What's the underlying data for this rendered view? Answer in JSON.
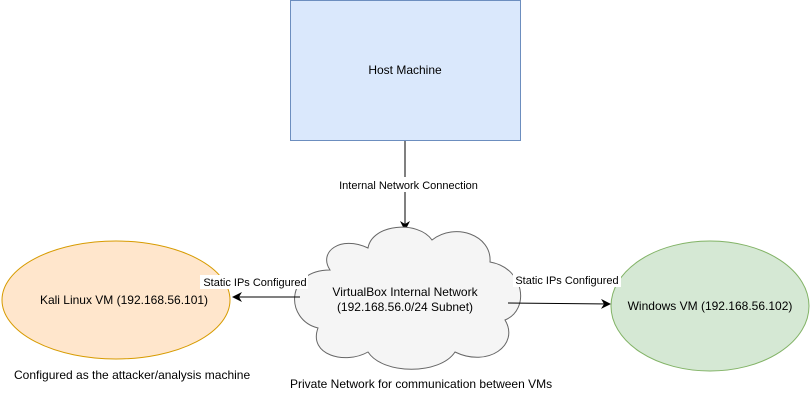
{
  "nodes": {
    "host": {
      "label": "Host Machine",
      "fill": "#dae8fc",
      "stroke": "#6c8ebf"
    },
    "cloud": {
      "line1": "VirtualBox Internal Network",
      "line2": "(192.168.56.0/24 Subnet)",
      "fill": "#f5f5f5",
      "stroke": "#666666"
    },
    "kali": {
      "label": "Kali Linux VM (192.168.56.101)",
      "fill": "#ffe6cc",
      "stroke": "#d79b00"
    },
    "windows": {
      "label": "Windows VM (192.168.56.102)",
      "fill": "#d5e8d4",
      "stroke": "#82b366"
    }
  },
  "edges": {
    "host_to_cloud": {
      "label": "Internal Network Connection"
    },
    "cloud_to_kali": {
      "label": "Static IPs Configured"
    },
    "cloud_to_windows": {
      "label": "Static IPs Configured"
    }
  },
  "notes": {
    "kali_note": "Configured as the attacker/analysis machine",
    "network_note": "Private Network for communication between VMs"
  },
  "colors": {
    "edge": "#000000",
    "text": "#000000"
  }
}
